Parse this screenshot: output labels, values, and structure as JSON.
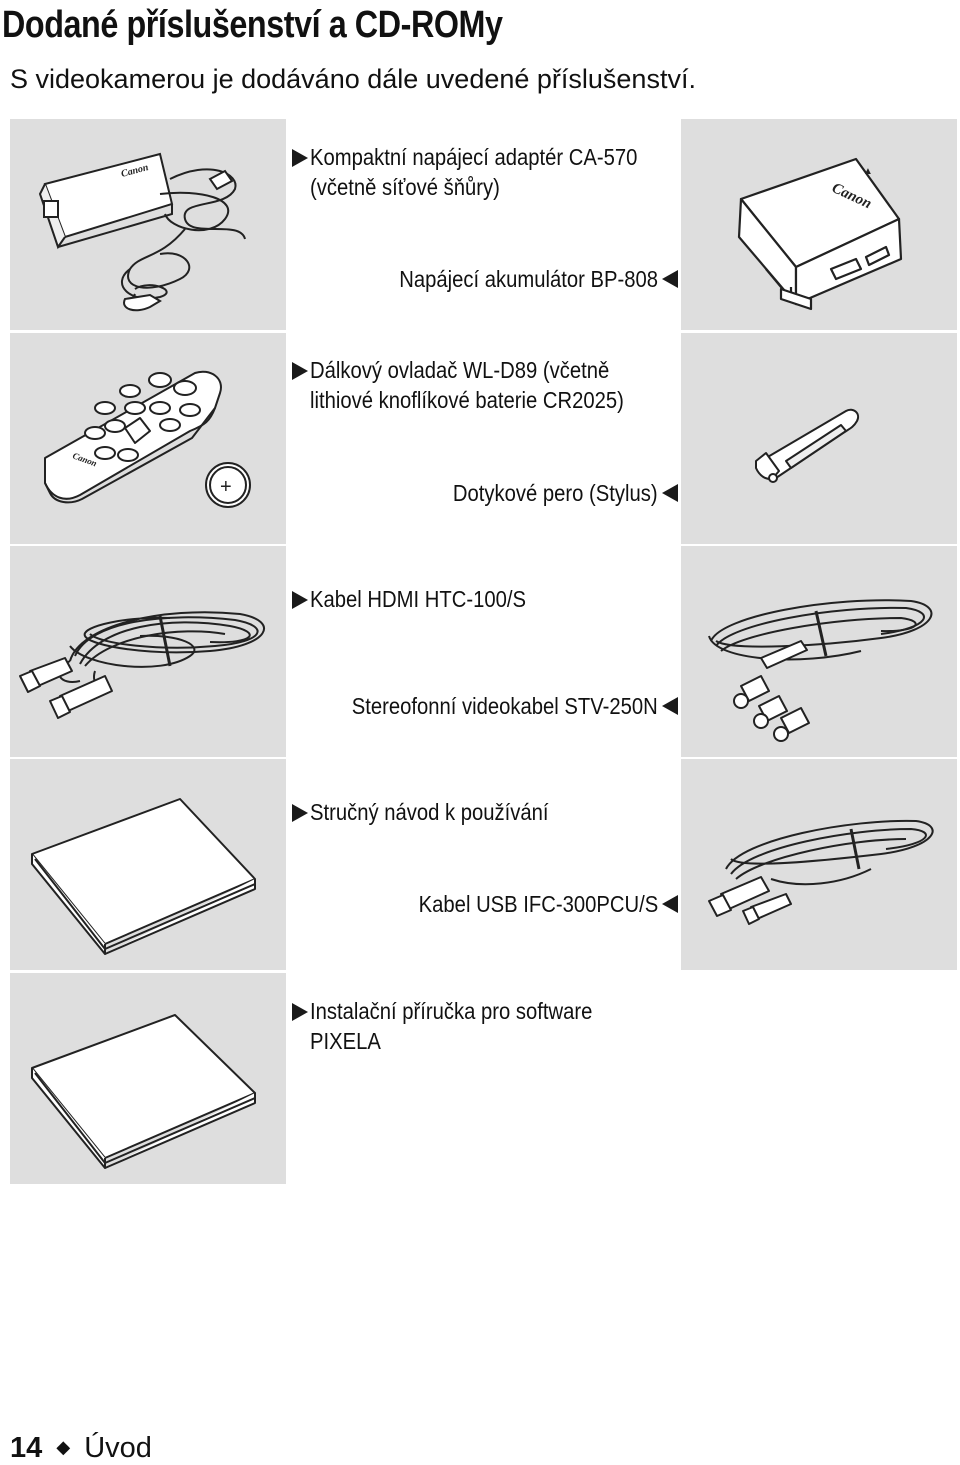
{
  "page": {
    "title": "Dodané příslušenství a CD-ROMy",
    "subtitle": "S videokamerou je dodáváno dále uvedené příslušenství."
  },
  "items": [
    {
      "lines": [
        "Kompaktní napájecí adaptér CA-570",
        "(včetně síťové šňůry)"
      ],
      "icon": "power-adapter-icon"
    },
    {
      "lines": [
        "Napájecí akumulátor BP-808"
      ],
      "icon": "battery-pack-icon"
    },
    {
      "lines": [
        "Dálkový ovladač WL-D89 (včetně",
        "lithiové knoflíkové baterie CR2025)"
      ],
      "icon": "remote-control-icon"
    },
    {
      "lines": [
        "Dotykové pero (Stylus)"
      ],
      "icon": "stylus-icon"
    },
    {
      "lines": [
        "Kabel HDMI HTC-100/S"
      ],
      "icon": "hdmi-cable-icon"
    },
    {
      "lines": [
        "Stereofonní videokabel STV-250N"
      ],
      "icon": "stereo-video-cable-icon"
    },
    {
      "lines": [
        "Stručný návod k používání"
      ],
      "icon": "manual-booklet-icon"
    },
    {
      "lines": [
        "Kabel USB IFC-300PCU/S"
      ],
      "icon": "usb-cable-icon"
    },
    {
      "lines": [
        "Instalační příručka pro software",
        "PIXELA"
      ],
      "icon": "software-guide-booklet-icon"
    }
  ],
  "brand": {
    "logo_text": "Canon"
  },
  "footer": {
    "page_number": "14",
    "separator": "◆",
    "section": "Úvod"
  },
  "colors": {
    "panel": "#dedede",
    "text": "#111111"
  }
}
